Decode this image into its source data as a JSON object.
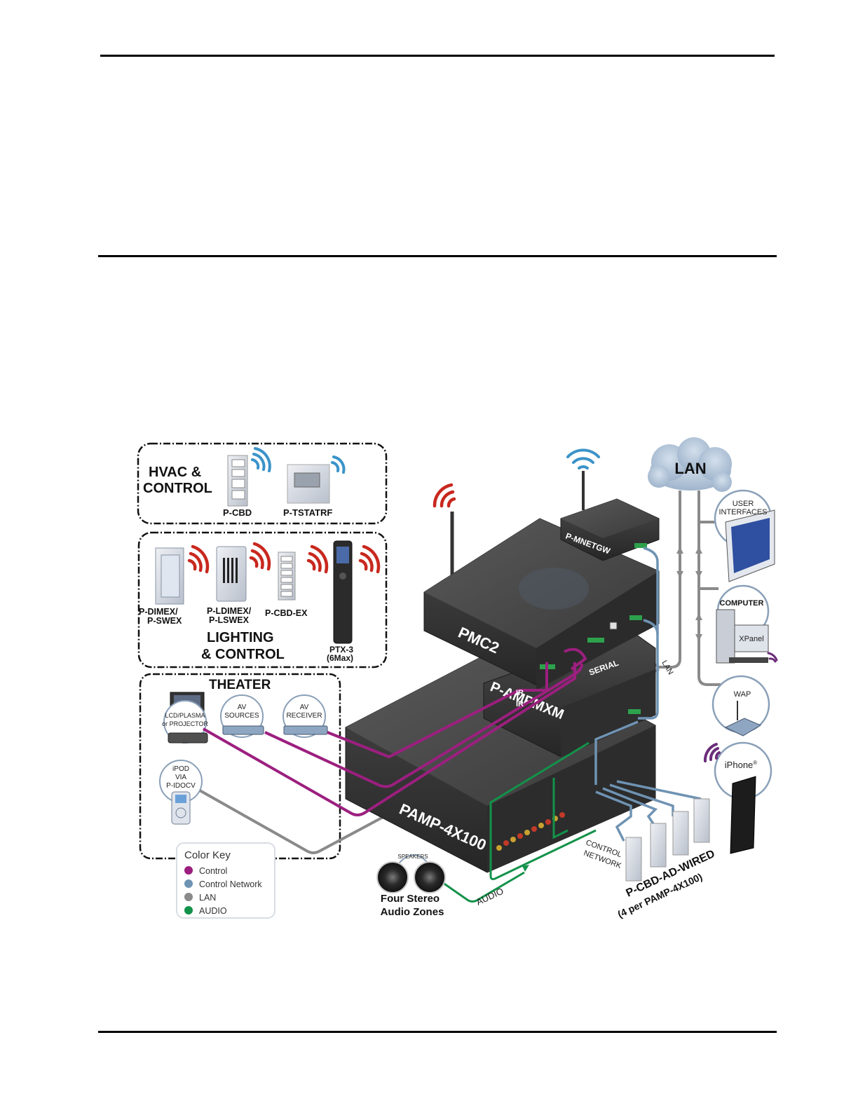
{
  "page": {
    "background": "#ffffff"
  },
  "colors": {
    "control": "#9c1f7f",
    "control_network": "#6f93b3",
    "lan": "#8a8a8a",
    "audio": "#13924a",
    "rf_red": "#c8281e",
    "rf_blue": "#3b93c9",
    "rf_purple": "#6b2d7a",
    "device_dark": "#3a3a3a",
    "cloud": "#a9bdd4"
  },
  "diagram": {
    "hvac_group": {
      "title_line1": "HVAC &",
      "title_line2": "CONTROL",
      "devices": [
        {
          "name": "P-CBD"
        },
        {
          "name": "P-TSTATRF"
        }
      ]
    },
    "lighting_group": {
      "title_line1": "LIGHTING",
      "title_line2": "& CONTROL",
      "devices": [
        {
          "line1": "P-DIMEX/",
          "line2": "P-SWEX"
        },
        {
          "line1": "P-LDIMEX/",
          "line2": "P-LSWEX"
        },
        {
          "line1": "P-CBD-EX",
          "line2": ""
        },
        {
          "line1": "PTX-3",
          "line2": "(6Max)"
        }
      ]
    },
    "theater_group": {
      "title": "THEATER",
      "display": {
        "line1": "LCD/PLASMA",
        "line2": "or PROJECTOR"
      },
      "sources": {
        "line1": "AV",
        "line2": "SOURCES"
      },
      "receiver": {
        "line1": "AV",
        "line2": "RECEIVER"
      },
      "ipod": {
        "line1": "iPOD",
        "line2": "VIA",
        "line3": "P-IDOCV"
      }
    },
    "devices": {
      "pmc2": "PMC2",
      "gateway": "P-MNETGW",
      "mxm": "P-AMPMXM",
      "amp": "PAMP-4X100"
    },
    "wire_labels": {
      "ir1": "IR",
      "ir2": "IR",
      "serial": "SERIAL",
      "lan": "LAN",
      "audio": "AUDIO",
      "control_network_line1": "CONTROL",
      "control_network_line2": "NETWORK"
    },
    "cloud": {
      "label": "LAN"
    },
    "right_column": {
      "user_interfaces": {
        "line1": "USER",
        "line2": "INTERFACES"
      },
      "computer": {
        "label": "COMPUTER",
        "screen": "XPanel"
      },
      "wap": {
        "label": "WAP"
      },
      "iphone": {
        "label": "iPhone",
        "mark": "®"
      }
    },
    "speakers": {
      "badge": "SPEAKERS",
      "caption_line1": "Four Stereo",
      "caption_line2": "Audio Zones"
    },
    "keypads": {
      "line1": "P-CBD-AD-WIRED",
      "line2": "(4 per PAMP-4X100)"
    },
    "color_key": {
      "title": "Color Key",
      "items": [
        {
          "label": "Control",
          "color": "#9c1f7f"
        },
        {
          "label": "Control Network",
          "color": "#6f93b3"
        },
        {
          "label": "LAN",
          "color": "#8a8a8a"
        },
        {
          "label": "AUDIO",
          "color": "#13924a"
        }
      ]
    }
  }
}
